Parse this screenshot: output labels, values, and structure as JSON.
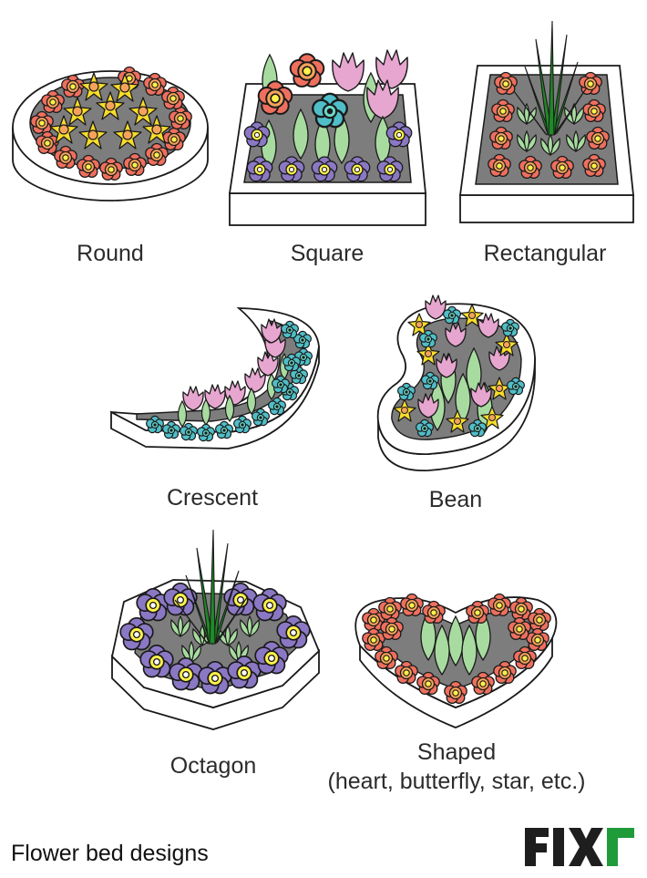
{
  "labels": {
    "round": "Round",
    "square": "Square",
    "rectangular": "Rectangular",
    "crescent": "Crescent",
    "bean": "Bean",
    "octagon": "Octagon",
    "shaped_line1": "Shaped",
    "shaped_line2": "(heart, butterfly, star, etc.)"
  },
  "caption": "Flower bed designs",
  "logo_text": "FIXr",
  "colors": {
    "soil": "#7d7d7d",
    "outline": "#1a1a1a",
    "bed_fill": "#ffffff",
    "red_flower": "#ef6f5e",
    "orange_flower": "#f5a35a",
    "yellow_flower": "#f7dc2b",
    "flower_center": "#fff04a",
    "tulip_pink": "#e7a6cf",
    "leaf_green": "#a8dba0",
    "grass_green": "#1f8a27",
    "purple_flower": "#8b78c4",
    "teal_flower": "#4fbec8",
    "logo": "#1e1e1e",
    "logo_accent": "#1f9b3a"
  }
}
